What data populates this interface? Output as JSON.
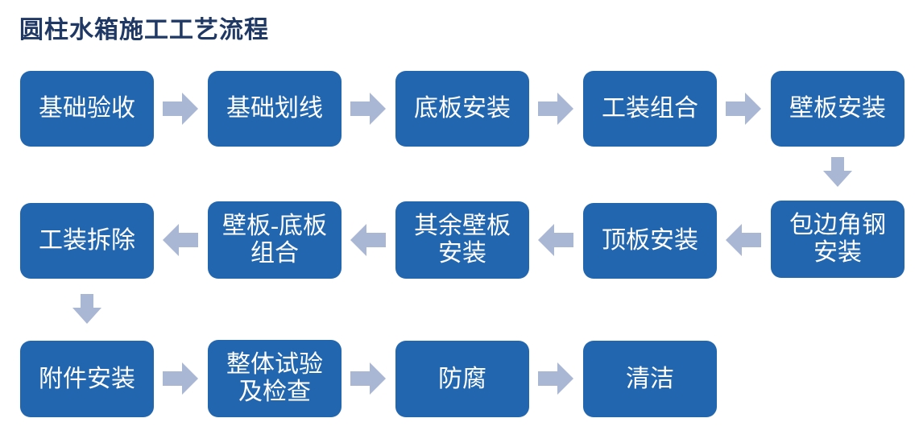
{
  "title": "圆柱水箱施工工艺流程",
  "colors": {
    "background": "#FFFFFF",
    "title_color": "#1F3864",
    "box_fill": "#2166AE",
    "box_text": "#FFFFFF",
    "arrow_fill": "#A9B6D4"
  },
  "nodes": [
    {
      "id": "foundation-acceptance",
      "label": "基础验收"
    },
    {
      "id": "foundation-marking",
      "label": "基础划线"
    },
    {
      "id": "bottom-plate-installation",
      "label": "底板安装"
    },
    {
      "id": "tooling-assembly",
      "label": "工装组合"
    },
    {
      "id": "wall-plate-installation",
      "label": "壁板安装"
    },
    {
      "id": "edge-angle-steel-installation",
      "label": "包边角钢\n安装"
    },
    {
      "id": "top-plate-installation",
      "label": "顶板安装"
    },
    {
      "id": "remaining-wall-plate-install",
      "label": "其余壁板\n安装"
    },
    {
      "id": "wall-bottom-plate-assembly",
      "label": "壁板-底板\n组合"
    },
    {
      "id": "tooling-removal",
      "label": "工装拆除"
    },
    {
      "id": "accessory-installation",
      "label": "附件安装"
    },
    {
      "id": "overall-test-and-inspection",
      "label": "整体试验\n及检查"
    },
    {
      "id": "anti-corrosion",
      "label": "防腐"
    },
    {
      "id": "cleaning",
      "label": "清洁"
    }
  ],
  "connections": [
    {
      "from": "基础验收",
      "to": "基础划线",
      "direction": "right"
    },
    {
      "from": "基础划线",
      "to": "底板安装",
      "direction": "right"
    },
    {
      "from": "底板安装",
      "to": "工装组合",
      "direction": "right"
    },
    {
      "from": "工装组合",
      "to": "壁板安装",
      "direction": "right"
    },
    {
      "from": "壁板安装",
      "to": "包边角钢安装",
      "direction": "down"
    },
    {
      "from": "包边角钢安装",
      "to": "顶板安装",
      "direction": "left"
    },
    {
      "from": "顶板安装",
      "to": "其余壁板安装",
      "direction": "left"
    },
    {
      "from": "其余壁板安装",
      "to": "壁板-底板组合",
      "direction": "left"
    },
    {
      "from": "壁板-底板组合",
      "to": "工装拆除",
      "direction": "left"
    },
    {
      "from": "工装拆除",
      "to": "附件安装",
      "direction": "down"
    },
    {
      "from": "附件安装",
      "to": "整体试验及检查",
      "direction": "right"
    },
    {
      "from": "整体试验及检查",
      "to": "防腐",
      "direction": "right"
    },
    {
      "from": "防腐",
      "to": "清洁",
      "direction": "right"
    }
  ]
}
